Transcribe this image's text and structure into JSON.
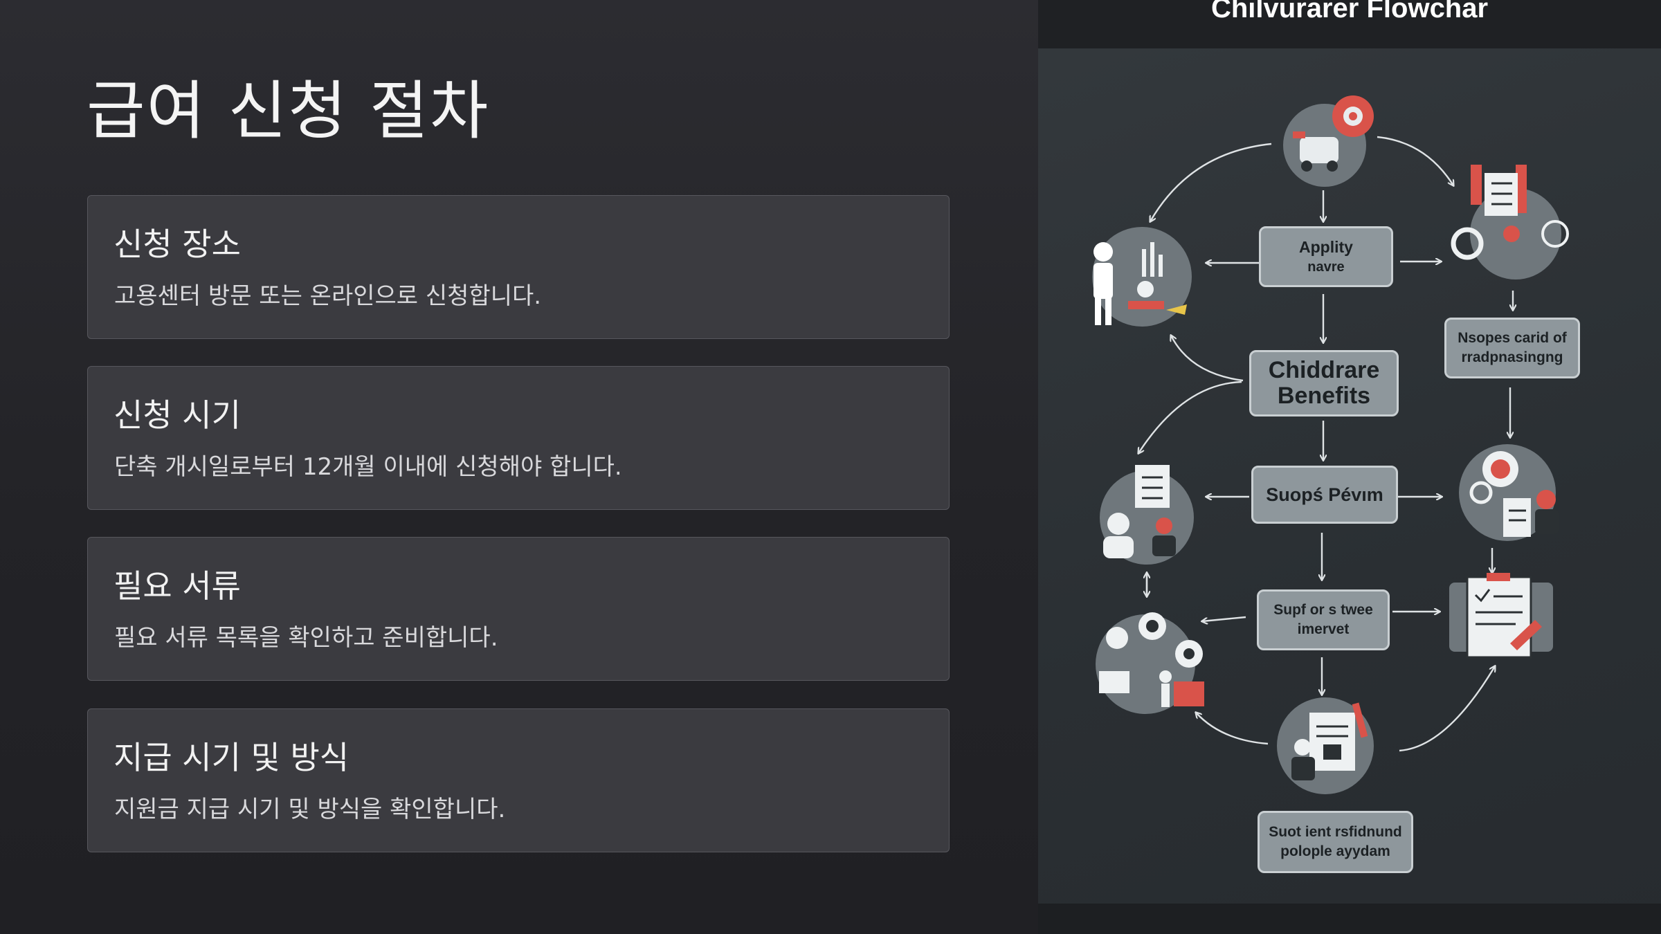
{
  "slide": {
    "title": "급여 신청 절차",
    "cards": [
      {
        "heading": "신청 장소",
        "description": "고용센터 방문 또는 온라인으로 신청합니다."
      },
      {
        "heading": "신청 시기",
        "description": "단축 개시일로부터 12개월 이내에 신청해야 합니다."
      },
      {
        "heading": "필요 서류",
        "description": "필요 서류 목록을 확인하고 준비합니다."
      },
      {
        "heading": "지급 시기 및 방식",
        "description": "지원금 지급 시기 및 방식을 확인합니다."
      }
    ]
  },
  "flowchart": {
    "title": "Chilvurarer Flowchar",
    "boxes": {
      "apply": {
        "line1": "Applity",
        "line2": "navre"
      },
      "notes": {
        "line1": "Nsopes carid of",
        "line2": "rradpnasingng"
      },
      "center": {
        "line1": "Chiddrare",
        "line2": "Benefits"
      },
      "support": {
        "line1": "Suopś Pévım"
      },
      "superv": {
        "line1": "Supf or s twee",
        "line2": "imervet"
      },
      "bottom": {
        "line1": "Suot ient rsfidnund",
        "line2": "polople ayydam"
      }
    },
    "icons": [
      "gear-vehicle-icon",
      "checklist-gear-icon",
      "presenter-chart-icon",
      "gear-checklist-person-icon",
      "clipboard-people-icon",
      "document-pen-icon",
      "office-ideas-icon",
      "document-workers-icon"
    ]
  },
  "colors": {
    "slide_bg": "#26262a",
    "card_bg": "#3b3b40",
    "flow_bg": "#2d3236",
    "box_fill": "#8e979c",
    "icon_circle": "#6f777c",
    "accent_red": "#d9534a"
  }
}
